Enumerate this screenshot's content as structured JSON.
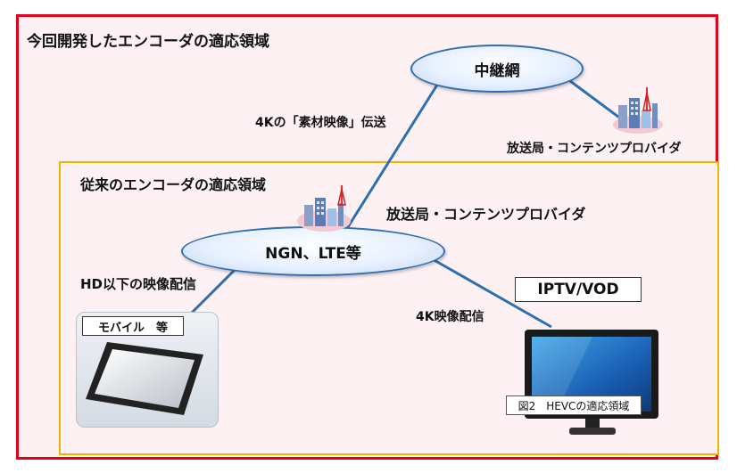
{
  "outer_title": "今回開発したエンコーダの適応領域",
  "inner_title": "従来のエンコーダの適応領域",
  "nodes": {
    "relay_network": "中継網",
    "ngn_lte": "NGN、LTE等"
  },
  "labels": {
    "raw_4k": "4Kの「素材映像」伝送",
    "broadcaster_top": "放送局・コンテンツプロバイダ",
    "broadcaster_inner": "放送局・コンテンツプロバイダ",
    "hd_delivery": "HD以下の映像配信",
    "delivery_4k": "4K映像配信"
  },
  "devices": {
    "mobile_label": "モバイル　等",
    "iptv_label": "IPTV/VOD"
  },
  "caption": "図2　HEVCの適応領域",
  "colors": {
    "outer_border": "#e3001b",
    "inner_border": "#f0b400",
    "connector": "#2f6fb0",
    "background": "#fdf1f4"
  },
  "icons": [
    "broadcast-building-icon",
    "broadcast-building-icon",
    "tablet-icon",
    "television-icon"
  ]
}
